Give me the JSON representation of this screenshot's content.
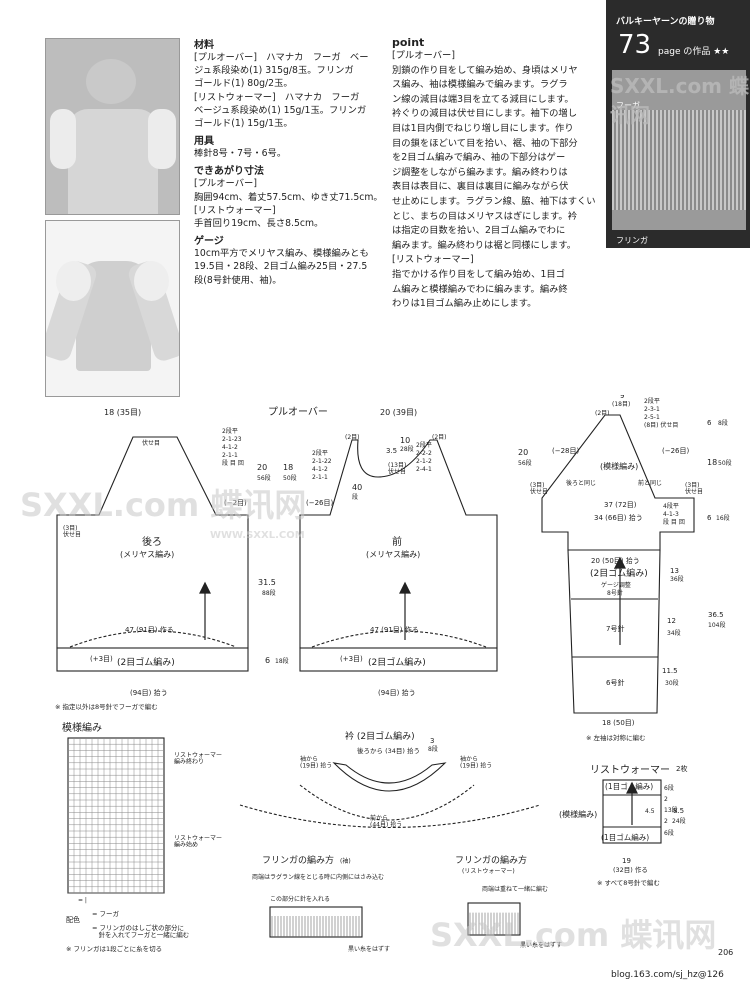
{
  "materials": {
    "heading": "材料",
    "lines": [
      "[プルオーバー]　ハマナカ　フーガ　ベー",
      "ジュ系段染め(1) 315g/8玉。フリンガ",
      "ゴールド(1) 80g/2玉。",
      "[リストウォーマー]　ハマナカ　フーガ",
      "ベージュ系段染め(1) 15g/1玉。フリンガ",
      "ゴールド(1) 15g/1玉。"
    ],
    "tools_heading": "用具",
    "tools": "棒針8号・7号・6号。",
    "size_heading": "できあがり寸法",
    "size_lines": [
      "[プルオーバー]",
      "胸囲94cm、着丈57.5cm、ゆき丈71.5cm。",
      "[リストウォーマー]",
      "手首回り19cm、長さ8.5cm。"
    ],
    "gauge_heading": "ゲージ",
    "gauge_lines": [
      "10cm平方でメリヤス編み、模様編みとも",
      "19.5目・28段、2目ゴム編み25目・27.5",
      "段(8号針使用、袖)。"
    ]
  },
  "point": {
    "heading": "point",
    "lines": [
      "[プルオーバー]",
      "別鎖の作り目をして編み始め、身頃はメリヤ",
      "ス編み、袖は模様編みで編みます。ラグラ",
      "ン線の減目は端3目を立てる減目にします。",
      "衿ぐりの減目は伏せ目にします。袖下の増し",
      "目は1目内側でねじり増し目にします。作り",
      "目の鎖をほどいて目を拾い、裾、袖の下部分",
      "を2目ゴム編みで編み、袖の下部分はゲー",
      "ジ調整をしながら編みます。編み終わりは",
      "表目は表目に、裏目は裏目に編みながら伏",
      "せ止めにします。ラグラン線、脇、袖下はすくい",
      "とじ、まちの目はメリヤスはぎにします。衿",
      "は指定の目数を拾い、2目ゴム編みでわに",
      "編みます。編み終わりは裾と同様にします。",
      "[リストウォーマー]",
      "指でかける作り目をして編み始め、1目ゴ",
      "ム編みと模様編みでわに編みます。編み終",
      "わりは1目ゴム編み止めにします。"
    ]
  },
  "badge": {
    "title": "バルキーヤーンの贈り物",
    "page_number": "73",
    "page_label": "page の作品 ★★",
    "label_fuga": "フーガ",
    "label_fringa": "フリンガ"
  },
  "diagram": {
    "title_pullover": "プルオーバー",
    "back": {
      "width_top": "18 (35目)",
      "bind": "伏せ目",
      "dec": [
        "2段平",
        "2-1-23",
        "4-1-2",
        "2-1-1",
        "段 目 回"
      ],
      "height1": "20",
      "height1_sub": "56段",
      "side_bind": "(−2目)",
      "corner": "(3目)\n伏せ目",
      "name": "後ろ",
      "stitch": "(メリヤス編み)",
      "length": "31.5",
      "length_sub": "88段",
      "cast": "47 (91目) 作る",
      "inc": "(+3目)",
      "rib": "(2目ゴム編み)",
      "rib_h": "6",
      "rib_h_sub": "18段",
      "pickup": "(94目) 拾う",
      "note": "※ 指定以外は8号針でフーガで編む"
    },
    "front": {
      "width_top": "20 (39目)",
      "c_left": "(2目)",
      "c_right": "(2目)",
      "neck_h": "10",
      "neck_h_sub": "28段",
      "neck_w": "3.5",
      "neck_bind": "(13目)\n伏せ目",
      "neck_dec": [
        "2段平",
        "2-2-2",
        "2-1-2",
        "2-4-1"
      ],
      "dec": [
        "2段平",
        "2-1-22",
        "4-1-2",
        "2-1-1"
      ],
      "h2": "18",
      "h2_sub": "50段",
      "h3": "40",
      "h3_sub": "段",
      "side_bind": "(−26目)",
      "name": "前",
      "stitch": "(メリヤス編み)",
      "cast": "47 (91目) 作る",
      "inc": "(+3目)",
      "rib": "(2目ゴム編み)",
      "pickup": "(94目) 拾う"
    },
    "sleeve": {
      "title": "右袖",
      "top": "9",
      "top_sub": "(18目)",
      "left_c": "(2目)",
      "dec": [
        "2段平",
        "2-3-1",
        "2-5-1",
        "(8目) 伏せ目"
      ],
      "right_h": "6",
      "right_h_sub": "8段",
      "h1": "20",
      "h1_sub": "56段",
      "r_h": "18",
      "r_h_sub": "50段",
      "left_side": "(−28目)",
      "right_side": "(−26目)",
      "stitch": "(模様編み)",
      "back_same": "後ろと同じ",
      "front_same": "前と同じ",
      "l_bind": "(3目)\n伏せ目",
      "r_bind": "(3目)\n伏せ目",
      "w1": "37 (72目)",
      "w2": "34 (66目) 拾う",
      "inc": [
        "4段平",
        "4-1-3",
        "段 目 回"
      ],
      "r_h2": "6",
      "r_h2_sub": "16段",
      "pick2": "20 (50目) 拾う",
      "rib": "(2目ゴム編み)",
      "gauge_adj": "ゲージ調整",
      "n8": "8号針",
      "n7": "7号針",
      "n6": "6号針",
      "rh13": "13",
      "rh13_sub": "36段",
      "rh12": "12",
      "rh12_sub": "34段",
      "rh115": "11.5",
      "rh115_sub": "30段",
      "total": "36.5",
      "total_sub": "104段",
      "bottom": "18 (50目)",
      "note": "※ 左袖は対称に編む"
    },
    "collar": {
      "title": "衿 (2目ゴム編み)",
      "back_pick": "後ろから (34目) 拾う",
      "h": "3",
      "h_sub": "8段",
      "left": "袖から\n(19目) 拾う",
      "right": "袖から\n(19目) 拾う",
      "front": "前から\n(44目) 拾う"
    },
    "pattern": {
      "title": "模様編み",
      "wrist_end": "リストウォーマー\n編み終わり",
      "wrist_start": "リストウォーマー\n編み始め",
      "legend_title": "配色",
      "legend1": "= フーガ",
      "legend2": "= フリンガのはしご状の部分に\n　針を入れてフーガと一緒に編む",
      "note": "※ フリンガは1段ごとに糸を切る",
      "key": "= |"
    },
    "wrist": {
      "title": "リストウォーマー",
      "count": "2枚",
      "rib_top": "(1目ゴム編み)",
      "stitch": "(模様編み)",
      "rib_bottom": "(1目ゴム編み)",
      "h_total": "8.5",
      "h_total_sub": "24段",
      "parts": [
        "6段",
        "2",
        "13段",
        "4.5",
        "2",
        "6段"
      ],
      "w": "19",
      "w_sub": "(32目) 作る",
      "note": "※ すべて8号針で編む"
    },
    "fringe_body": {
      "title": "フリンガの編み方",
      "sub": "(袖)",
      "line1": "両端はラグラン線をとじる時に内側にはさみ込む",
      "line2": "この部分に針を入れる",
      "line3": "黒い糸をはずす"
    },
    "fringe_wrist": {
      "title": "フリンガの編み方",
      "sub": "(リストウォーマー)",
      "line1": "両端は重ねて一緒に編む",
      "line2": "黒い糸をはずす"
    }
  },
  "footer": {
    "page": "206",
    "blog": "blog.163.com/sj_hz@126"
  },
  "watermark": {
    "text1": "SXXL.com 蝶讯网",
    "text2": "WWW.SXXL.COM"
  }
}
